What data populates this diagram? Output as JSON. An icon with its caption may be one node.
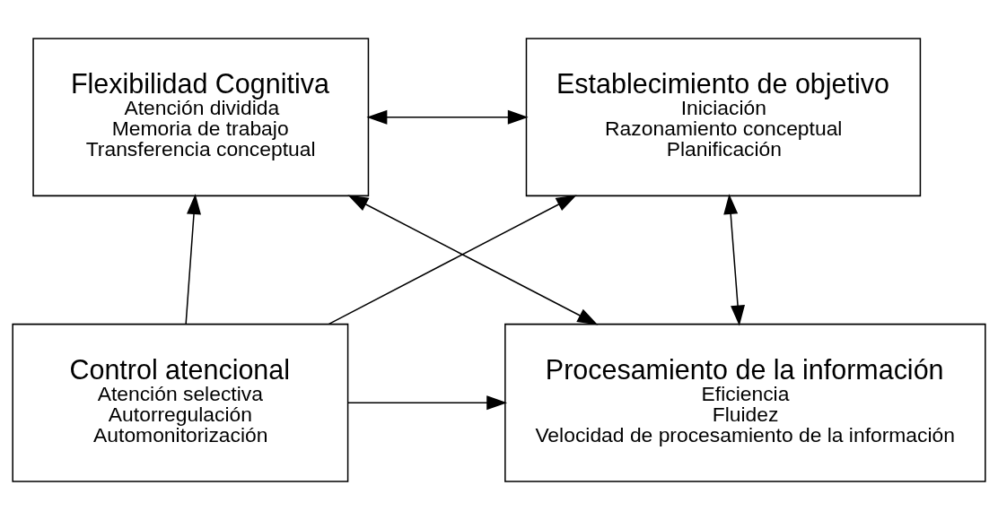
{
  "diagram": {
    "nodes": [
      {
        "text": [
          "Flexibilidad Cognitiva",
          "Atención dividida",
          "Memoria de trabajo",
          "Transferencia conceptual"
        ]
      },
      {
        "text": [
          "Establecimiento de objetivo",
          "Iniciación",
          "Razonamiento conceptual",
          "Planificación"
        ]
      },
      {
        "text": [
          "Control atencional",
          "Atención selectiva",
          "Autorregulación",
          "Automonitorización"
        ]
      },
      {
        "text": [
          "Procesamiento de la información",
          "Eficiencia",
          "Fluidez",
          "Velocidad de procesamiento de la información"
        ]
      }
    ],
    "edges": [
      {
        "from": 0,
        "to": 1,
        "arrow": "both"
      },
      {
        "from": 2,
        "to": 0,
        "arrow": "to"
      },
      {
        "from": 2,
        "to": 1,
        "arrow": "to"
      },
      {
        "from": 0,
        "to": 3,
        "arrow": "both"
      },
      {
        "from": 1,
        "to": 3,
        "arrow": "both"
      },
      {
        "from": 2,
        "to": 3,
        "arrow": "to"
      }
    ]
  }
}
